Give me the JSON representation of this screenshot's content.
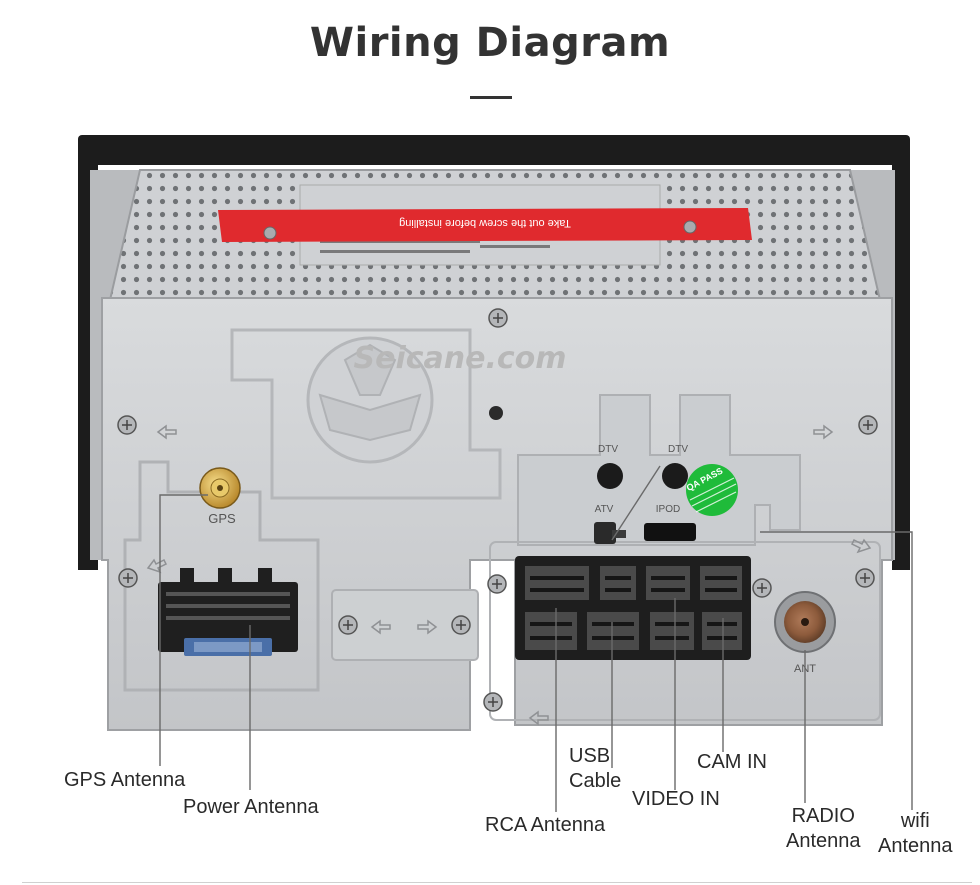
{
  "title": "Wiring Diagram",
  "watermark": "Seicane.com",
  "sticker_text": "Take out the screw before installing",
  "qc_sticker": "QA PASS",
  "port_labels": {
    "gps": "GPS",
    "dtv_left": "DTV",
    "dtv_right": "DTV",
    "atv": "ATV",
    "ipod": "IPOD",
    "ant": "ANT"
  },
  "callouts": {
    "gps_antenna": "GPS  Antenna",
    "power_antenna": "Power Antenna",
    "rca_antenna": "RCA Antenna",
    "usb_cable_line1": "USB",
    "usb_cable_line2": "Cable",
    "video_in": "VIDEO IN",
    "cam_in": "CAM IN",
    "radio_antenna_line1": "RADIO",
    "radio_antenna_line2": "Antenna",
    "wifi_antenna_line1": "wifi",
    "wifi_antenna_line2": "Antenna"
  },
  "colors": {
    "chassis": "#c9cbce",
    "panel": "#d4d6d8",
    "frame": "#1c1c1c",
    "sticker": "#e02a2e",
    "gps_connector": "#d6a83a",
    "qa_sticker": "#1fbb3a",
    "leader_line": "#6a6a6a"
  }
}
